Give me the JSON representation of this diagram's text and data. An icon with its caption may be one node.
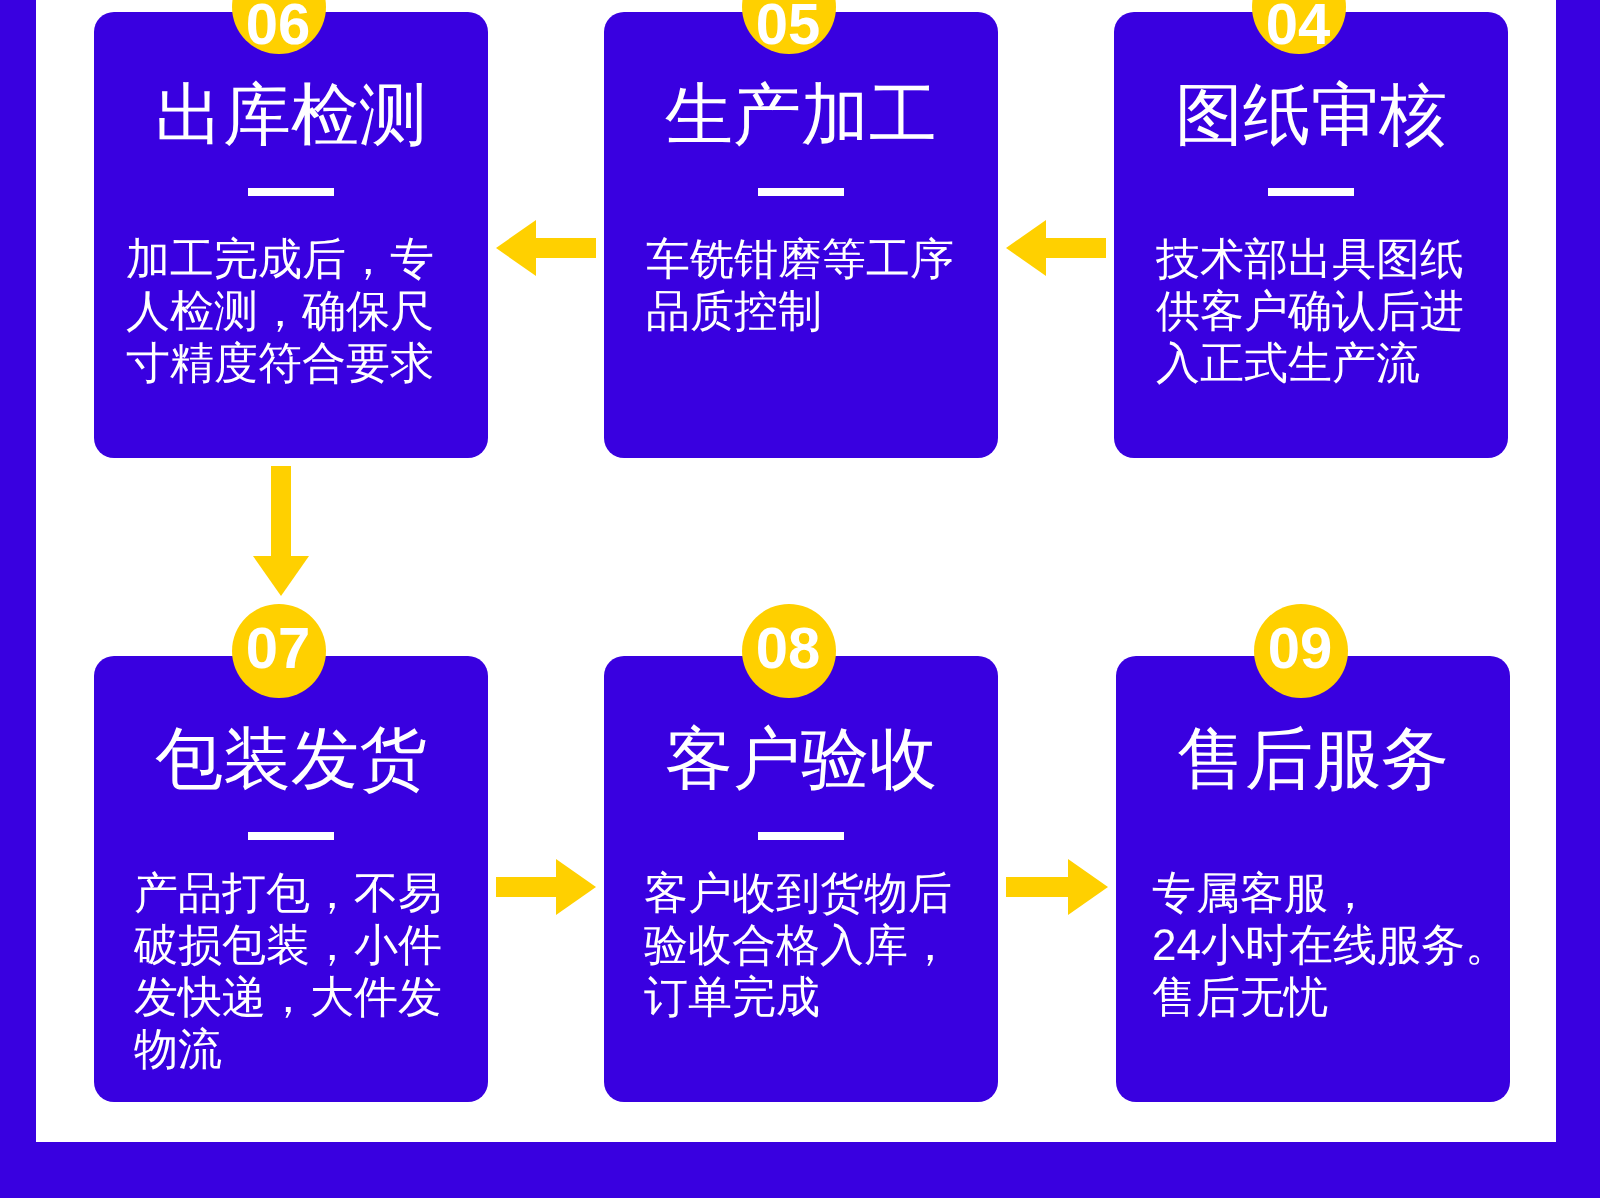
{
  "diagram": {
    "nodes": [
      {
        "text": [
          "06",
          "出库检测",
          "加工完成后，专人检测，确保尺寸精度符合要求"
        ]
      },
      {
        "text": [
          "05",
          "生产加工",
          "车铣钳磨等工序品质控制"
        ]
      },
      {
        "text": [
          "04",
          "图纸审核",
          "技术部出具图纸供客户确认后进入正式生产流"
        ]
      },
      {
        "text": [
          "07",
          "包装发货",
          "产品打包，不易破损包装，小件发快递，大件发物流"
        ]
      },
      {
        "text": [
          "08",
          "客户验收",
          "客户收到货物后验收合格入库，订单完成"
        ]
      },
      {
        "text": [
          "09",
          "售后服务",
          "专属客服，24小时在线服务。售后无忧"
        ]
      }
    ],
    "edges": [
      {
        "from": 2,
        "to": 1,
        "arrow": "to"
      },
      {
        "from": 1,
        "to": 0,
        "arrow": "to"
      },
      {
        "from": 0,
        "to": 3,
        "arrow": "to"
      },
      {
        "from": 3,
        "to": 4,
        "arrow": "to"
      },
      {
        "from": 4,
        "to": 5,
        "arrow": "to"
      }
    ]
  }
}
